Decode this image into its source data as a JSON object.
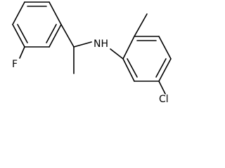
{
  "molecule": {
    "atoms": {
      "fluorine": "F",
      "amine": "NH",
      "chlorine": "Cl"
    },
    "colors": {
      "bond": "#000000",
      "label": "#000000",
      "background": "#ffffff"
    }
  }
}
